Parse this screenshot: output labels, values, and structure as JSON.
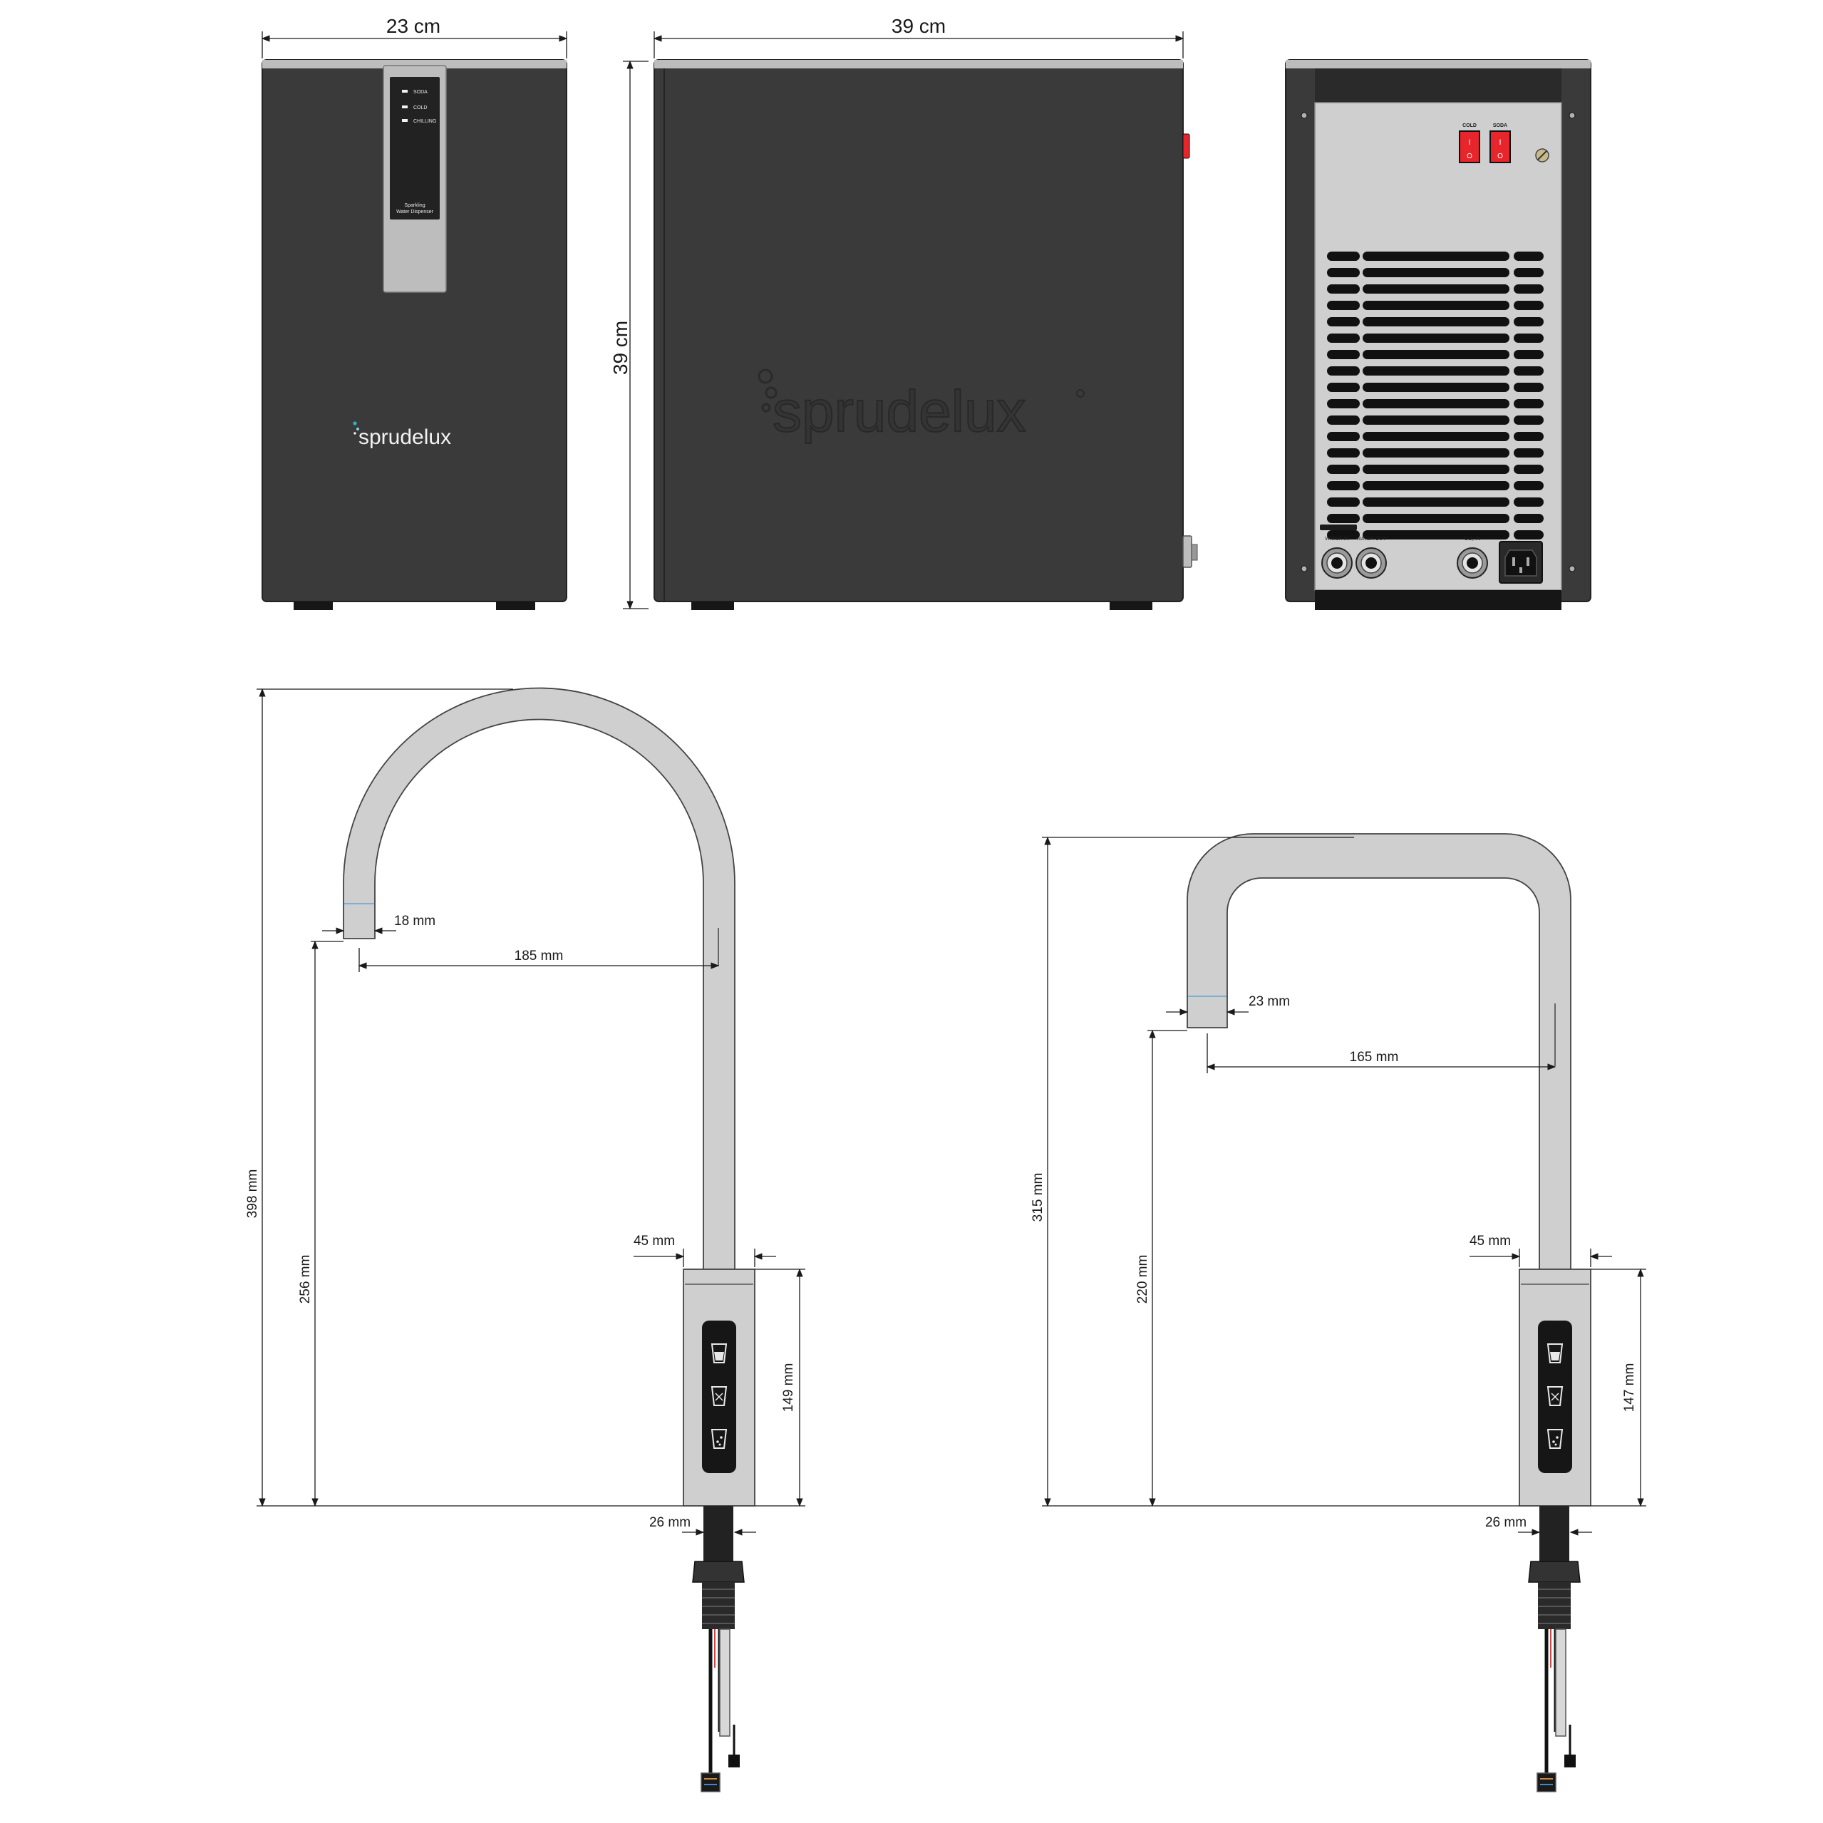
{
  "colors": {
    "body": "#3a3a3a",
    "steel": "#cfcfcf",
    "steel_dark": "#a9a9a9",
    "switch_red": "#e8252b",
    "panel_black": "#161616"
  },
  "top_views": {
    "front": {
      "width_label": "23 cm",
      "panel_labels": [
        "SODA",
        "COLD",
        "CHILLING"
      ],
      "panel_caption": [
        "Sparkling",
        "Water Dispenser"
      ],
      "brand": "sprudelux"
    },
    "side": {
      "width_label": "39 cm",
      "height_label": "39 cm",
      "brand": "sprudelux"
    },
    "back": {
      "switch_labels": [
        "COLD",
        "SODA"
      ],
      "switch_on": "I",
      "switch_off": "O",
      "port_labels": [
        "WATER IN",
        "WATER OUT",
        "CO₂ IN"
      ]
    }
  },
  "faucet_round": {
    "height_total": "398 mm",
    "height_spout": "256 mm",
    "outlet": "18 mm",
    "reach": "185 mm",
    "pipe": "45 mm",
    "body_height": "149 mm",
    "shank": "26 mm"
  },
  "faucet_square": {
    "height_total": "315 mm",
    "height_spout": "220 mm",
    "outlet": "23 mm",
    "reach": "165 mm",
    "pipe": "45 mm",
    "body_height": "147 mm",
    "shank": "26 mm"
  }
}
